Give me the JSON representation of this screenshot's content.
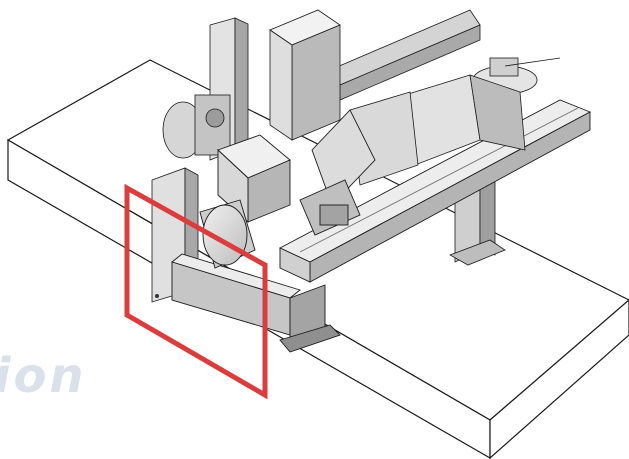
{
  "figure": {
    "type": "isometric-machine-illustration",
    "subject": "gantry-machine",
    "watermark_text": "ion"
  },
  "colors": {
    "background": "#ffffff",
    "outline": "#1a1a1a",
    "machine_light": "#e6e6e6",
    "machine_mid": "#c9c9c9",
    "machine_dark": "#9d9d9d",
    "highlight_box": "#dc3c3c",
    "watermark": "#96aac3"
  },
  "icons": [
    "gantry-machine-icon",
    "spindle-head-icon",
    "motor-icon",
    "rotary-table-icon"
  ]
}
